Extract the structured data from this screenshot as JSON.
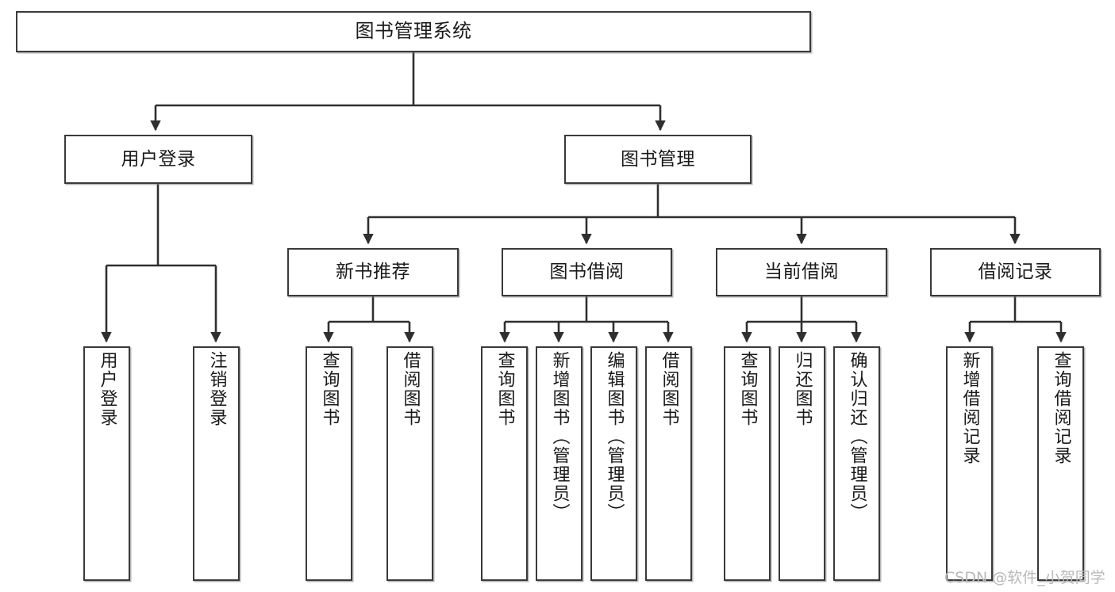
{
  "diagram": {
    "title": "图书管理系统",
    "type": "tree-hierarchy-chart",
    "watermark": "CSDN @软件_小贺同学",
    "colors": {
      "box_border": "#3a3a3a",
      "box_fill": "#ffffff",
      "edge": "#2f2f2f",
      "text": "#1a1a1a",
      "watermark": "#b9b9b9",
      "background": "#ffffff"
    },
    "nodes": {
      "root": {
        "label": "图书管理系统"
      },
      "level2": [
        {
          "id": "user-login",
          "label": "用户登录"
        },
        {
          "id": "book-management",
          "label": "图书管理"
        }
      ],
      "level3": [
        {
          "id": "new-book-recommend",
          "label": "新书推荐"
        },
        {
          "id": "book-borrow",
          "label": "图书借阅"
        },
        {
          "id": "current-borrow",
          "label": "当前借阅"
        },
        {
          "id": "borrow-record",
          "label": "借阅记录"
        }
      ],
      "leaves": {
        "user_login": [
          {
            "id": "leaf-user-login",
            "label": "用户登录"
          },
          {
            "id": "leaf-logout-login",
            "label": "注销登录"
          }
        ],
        "new_book_recommend": [
          {
            "id": "leaf-query-book-1",
            "label": "查询图书"
          },
          {
            "id": "leaf-borrow-book-1",
            "label": "借阅图书"
          }
        ],
        "book_borrow": [
          {
            "id": "leaf-query-book-2",
            "label": "查询图书"
          },
          {
            "id": "leaf-add-book",
            "label": "新增图书（管理员）"
          },
          {
            "id": "leaf-edit-book",
            "label": "编辑图书（管理员）"
          },
          {
            "id": "leaf-borrow-book-2",
            "label": "借阅图书"
          }
        ],
        "current_borrow": [
          {
            "id": "leaf-query-book-3",
            "label": "查询图书"
          },
          {
            "id": "leaf-return-book",
            "label": "归还图书"
          },
          {
            "id": "leaf-confirm-return",
            "label": "确认归还（管理员）"
          }
        ],
        "borrow_record": [
          {
            "id": "leaf-add-borrow-record",
            "label": "新增借阅记录"
          },
          {
            "id": "leaf-query-borrow-record",
            "label": "查询借阅记录"
          }
        ]
      }
    }
  }
}
